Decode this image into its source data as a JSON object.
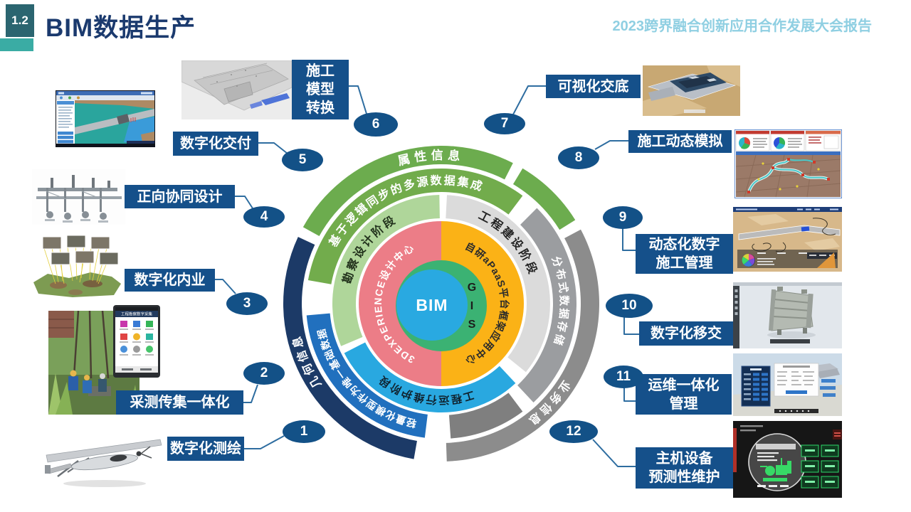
{
  "slide": {
    "badge": "1.2",
    "title": "BIM数据生产",
    "subtitle": "2023跨界融合创新应用合作发展大会报告"
  },
  "colors": {
    "header_teal_dark": "#2B6570",
    "header_teal_light": "#3AACA4",
    "title_navy": "#1B3A6E",
    "subtitle_blue": "#8FCFE2",
    "callout_navy": "#15508A",
    "connector": "#2E6DA0",
    "core_green": "#3BB273",
    "core_blue": "#29A9E1"
  },
  "diagram": {
    "segments": [
      {
        "id": "outer-green-main",
        "ring": "outer",
        "start": -61,
        "end": 27,
        "color": "#6CAC4E",
        "label": "属性信息",
        "label_angle": -4,
        "label_color": "#FFFFFF",
        "font": 17,
        "spacing": 6
      },
      {
        "id": "outer-green-small",
        "ring": "outer",
        "start": 31,
        "end": 58,
        "color": "#6CAC4E",
        "label": "",
        "label_angle": 0,
        "label_color": "",
        "font": 0,
        "spacing": 0
      },
      {
        "id": "outer-gray",
        "ring": "outer",
        "start": 62,
        "end": 178,
        "color": "#8C8C8C",
        "label": "业务信息",
        "label_angle": 133,
        "label_color": "#FFFFFF",
        "font": 16,
        "spacing": 4
      },
      {
        "id": "outer-navy",
        "ring": "outer",
        "start": 190,
        "end": 295,
        "color": "#1C3A67",
        "label": "几何信息",
        "label_angle": 247,
        "label_color": "#FFFFFF",
        "font": 16,
        "spacing": 4
      },
      {
        "id": "mid-green",
        "ring": "mid",
        "start": -80,
        "end": 37,
        "color": "#72AC4C",
        "label": "基于逻辑同步的多源数据集成",
        "label_angle": -21,
        "label_color": "#FFFFFF",
        "font": 16,
        "spacing": 2.5
      },
      {
        "id": "mid-gray",
        "ring": "mid",
        "start": 45,
        "end": 137,
        "color": "#9B9DA0",
        "label": "分布式数据存储",
        "label_angle": 89,
        "label_color": "#FFFFFF",
        "font": 15,
        "spacing": 3
      },
      {
        "id": "mid-darkgray",
        "ring": "mid",
        "start": 143,
        "end": 176,
        "color": "#7F7F7F",
        "label": "",
        "label_angle": 0,
        "label_color": "",
        "font": 0,
        "spacing": 0
      },
      {
        "id": "mid-blue",
        "ring": "mid",
        "start": 187,
        "end": 265,
        "color": "#2170BE",
        "label": "轻量化模型作为唯一基础数据",
        "label_angle": 225,
        "label_color": "#FFFFFF",
        "font": 14,
        "spacing": 1
      },
      {
        "id": "inner-light-green",
        "ring": "inner",
        "start": 247,
        "end": 359,
        "color": "#AFD69A",
        "label": "勘察设计阶段",
        "label_angle": 307,
        "label_color": "#23331D",
        "font": 16,
        "spacing": 3
      },
      {
        "id": "inner-light-gray",
        "ring": "inner",
        "start": 3,
        "end": 129,
        "color": "#DBDBDB",
        "label": "工程建设阶段",
        "label_angle": 48,
        "label_color": "#222222",
        "font": 16,
        "spacing": 3
      },
      {
        "id": "inner-light-blue",
        "ring": "inner",
        "start": 137,
        "end": 243,
        "color": "#29A8E0",
        "label": "工程运行维护阶段",
        "label_angle": 190,
        "label_color": "#10222E",
        "font": 15,
        "spacing": 2
      },
      {
        "id": "core-pink",
        "ring": "disc",
        "start": 180,
        "end": 360,
        "color": "#EC7D87",
        "label": "3DEXPERIENCE设计中心",
        "label_angle": 270,
        "label_color": "#FFFFFF",
        "font": 14,
        "spacing": 1.5
      },
      {
        "id": "core-orange",
        "ring": "disc",
        "start": 0,
        "end": 180,
        "color": "#FBB216",
        "label": "自研aPaaS平台框架应用中心",
        "label_angle": 90,
        "label_color": "#2B2B2B",
        "font": 14,
        "spacing": 1
      }
    ],
    "center": {
      "bim": "BIM",
      "gis": [
        "G",
        "I",
        "S"
      ]
    }
  },
  "callouts": [
    {
      "num": "1",
      "label": "数字化测绘"
    },
    {
      "num": "2",
      "label": "采测传集一体化"
    },
    {
      "num": "3",
      "label": "数字化内业"
    },
    {
      "num": "4",
      "label": "正向协同设计"
    },
    {
      "num": "5",
      "label": "数字化交付"
    },
    {
      "num": "6",
      "label": "施工\n模型\n转换"
    },
    {
      "num": "7",
      "label": "可视化交底"
    },
    {
      "num": "8",
      "label": "施工动态模拟"
    },
    {
      "num": "9",
      "label": "动态化数字\n施工管理"
    },
    {
      "num": "10",
      "label": "数字化移交"
    },
    {
      "num": "11",
      "label": "运维一体化\n管理"
    },
    {
      "num": "12",
      "label": "主机设备\n预测性维护"
    }
  ],
  "thumbnails": {
    "phone_title": "工程勘察数字采集"
  }
}
